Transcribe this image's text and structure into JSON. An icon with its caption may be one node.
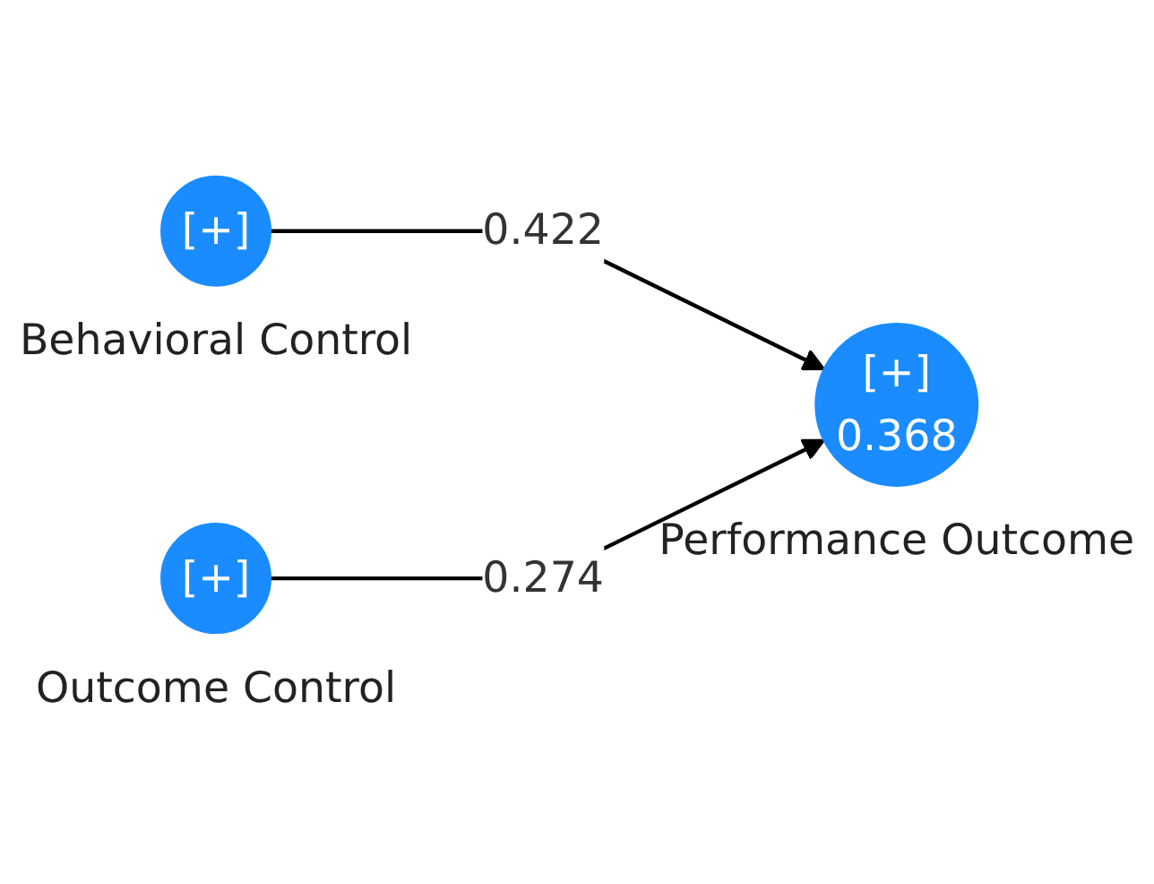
{
  "diagram": {
    "nodes": [
      {
        "text": [
          "[+]"
        ],
        "beside": [
          "Behavioral Control"
        ]
      },
      {
        "text": [
          "[+]"
        ],
        "beside": [
          "Outcome Control"
        ]
      },
      {
        "text": [
          "[+]",
          "0.368"
        ],
        "beside": [
          "Performance Outcome"
        ]
      }
    ],
    "edges": [
      {
        "from": 0,
        "to": 2,
        "arrow": "to",
        "label": "0.422"
      },
      {
        "from": 1,
        "to": 2,
        "arrow": "to",
        "label": "0.274"
      }
    ]
  }
}
